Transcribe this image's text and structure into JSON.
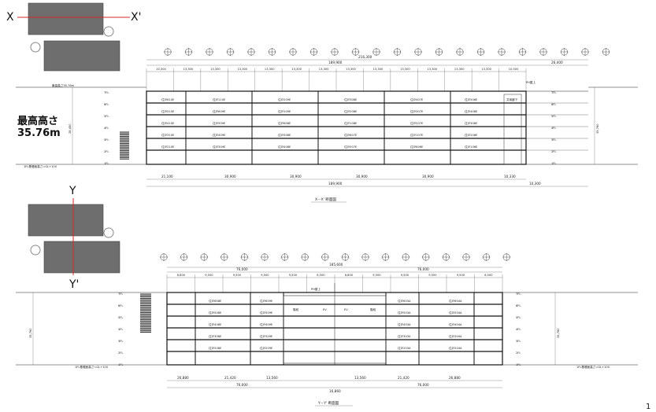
{
  "page": {
    "page_number": "1",
    "max_height_label": "最高高さ",
    "max_height_value": "35.76m"
  },
  "section_x": {
    "axis_left": "X",
    "axis_right": "X'",
    "title": "X－X' 断面図",
    "overall_dim": "216,300",
    "sub_dim_main": "189,900",
    "sub_dim_right": "26,400",
    "bay_dims": [
      "10,300",
      "13,300",
      "13,300",
      "13,300",
      "13,300",
      "13,300",
      "13,300",
      "13,300",
      "13,300",
      "13,300",
      "13,300",
      "13,300",
      "13,300",
      "10,500"
    ],
    "bottom_dims": [
      "21,100",
      "30,900",
      "30,900",
      "30,900",
      "30,900",
      "10,330"
    ],
    "bottom_overall": "189,900",
    "bottom_right": "10,300",
    "floor_labels": [
      "7FL",
      "6FL",
      "5FL",
      "4FL",
      "3FL",
      "2FL",
      "1FL"
    ],
    "height_dims": [
      "28,450",
      "35,760"
    ],
    "unit_labels": [
      "住戸610E",
      "住戸510E",
      "住戸410E",
      "住戸310E",
      "住戸210E",
      "住戸110E",
      "住戸609E",
      "住戸509E",
      "住戸409E",
      "住戸309E",
      "住戸209E",
      "住戸109E",
      "住戸608E",
      "住戸508E",
      "住戸408E",
      "住戸308E",
      "住戸208E",
      "住戸108E",
      "住戸607E",
      "住戸507E",
      "住戸407E",
      "住戸307E",
      "住戸207E",
      "住戸107E",
      "住戸606E",
      "住戸506E",
      "住戸406E",
      "住戸306E",
      "住戸206E",
      "住戸106E",
      "共用廊下"
    ],
    "ground_label": "1FL基礎面高さ=GL+100",
    "roof_label": "PH屋上",
    "height_limit_note": "最高高さ35.76m"
  },
  "section_y": {
    "axis_top": "Y",
    "axis_bottom": "Y'",
    "title": "Y－Y' 断面図",
    "overall_dim": "185,600",
    "half_dims": [
      "76,000",
      "76,000"
    ],
    "bay_dims": [
      "6,800",
      "9,500",
      "9,500",
      "9,500",
      "9,500",
      "6,500",
      "6,800",
      "9,500",
      "9,500",
      "9,500",
      "9,500",
      "6,500"
    ],
    "bottom_dims": [
      "26,880",
      "21,420",
      "13,560",
      "13,560",
      "21,420",
      "26,880"
    ],
    "bottom_mid": "16,860",
    "bottom_halves": [
      "76,000",
      "76,000"
    ],
    "floor_labels": [
      "7FL",
      "6FL",
      "5FL",
      "4FL",
      "3FL",
      "2FL",
      "1FL"
    ],
    "height_dims": [
      "35,760",
      "35,760"
    ],
    "unit_labels": [
      "住戸608E",
      "住戸508E",
      "住戸408E",
      "住戸308E",
      "住戸208E",
      "住戸609E",
      "住戸509E",
      "住戸409E",
      "住戸309E",
      "住戸209E",
      "住戸603A",
      "住戸503A",
      "住戸403A",
      "住戸303A",
      "住戸203A",
      "住戸604A",
      "住戸504A",
      "住戸404A",
      "住戸304A",
      "住戸204A",
      "階段",
      "EV",
      "EV",
      "階段"
    ],
    "ground_label": "1FL基礎面高さ=GL+100",
    "roof_label": "PH屋上"
  }
}
